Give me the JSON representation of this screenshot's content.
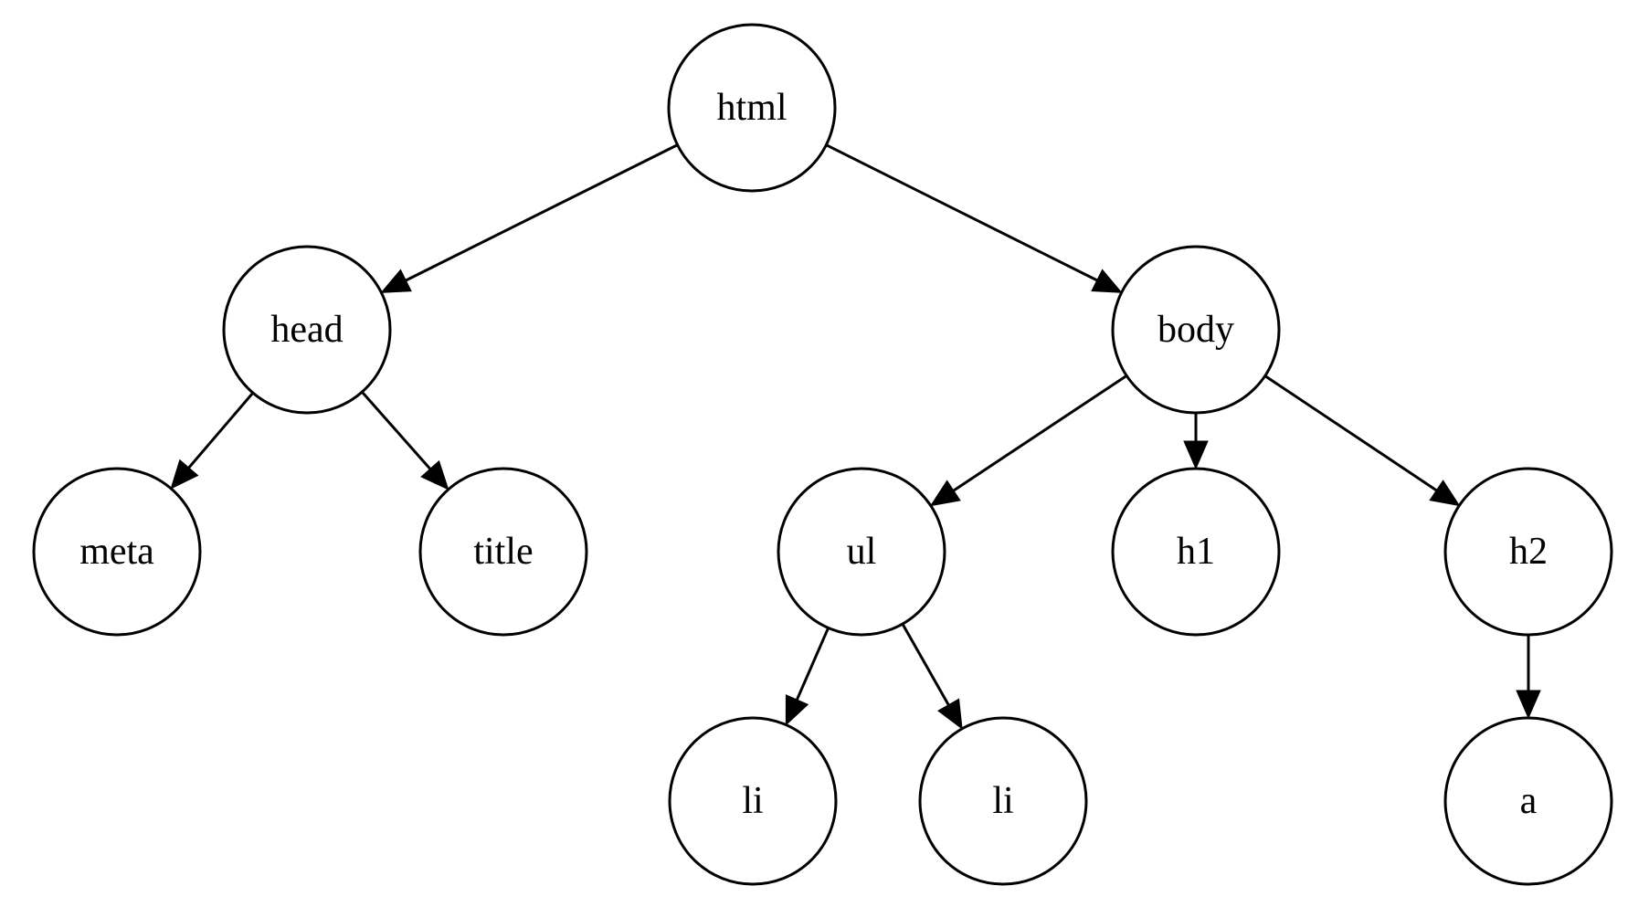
{
  "tree": {
    "nodes": [
      {
        "id": "html",
        "label": "html"
      },
      {
        "id": "head",
        "label": "head"
      },
      {
        "id": "body",
        "label": "body"
      },
      {
        "id": "meta",
        "label": "meta"
      },
      {
        "id": "title",
        "label": "title"
      },
      {
        "id": "ul",
        "label": "ul"
      },
      {
        "id": "h1",
        "label": "h1"
      },
      {
        "id": "h2",
        "label": "h2"
      },
      {
        "id": "li1",
        "label": "li"
      },
      {
        "id": "li2",
        "label": "li"
      },
      {
        "id": "a",
        "label": "a"
      }
    ],
    "edges": [
      {
        "from": "html",
        "to": "head"
      },
      {
        "from": "html",
        "to": "body"
      },
      {
        "from": "head",
        "to": "meta"
      },
      {
        "from": "head",
        "to": "title"
      },
      {
        "from": "body",
        "to": "ul"
      },
      {
        "from": "body",
        "to": "h1"
      },
      {
        "from": "body",
        "to": "h2"
      },
      {
        "from": "ul",
        "to": "li1"
      },
      {
        "from": "ul",
        "to": "li2"
      },
      {
        "from": "h2",
        "to": "a"
      }
    ]
  }
}
